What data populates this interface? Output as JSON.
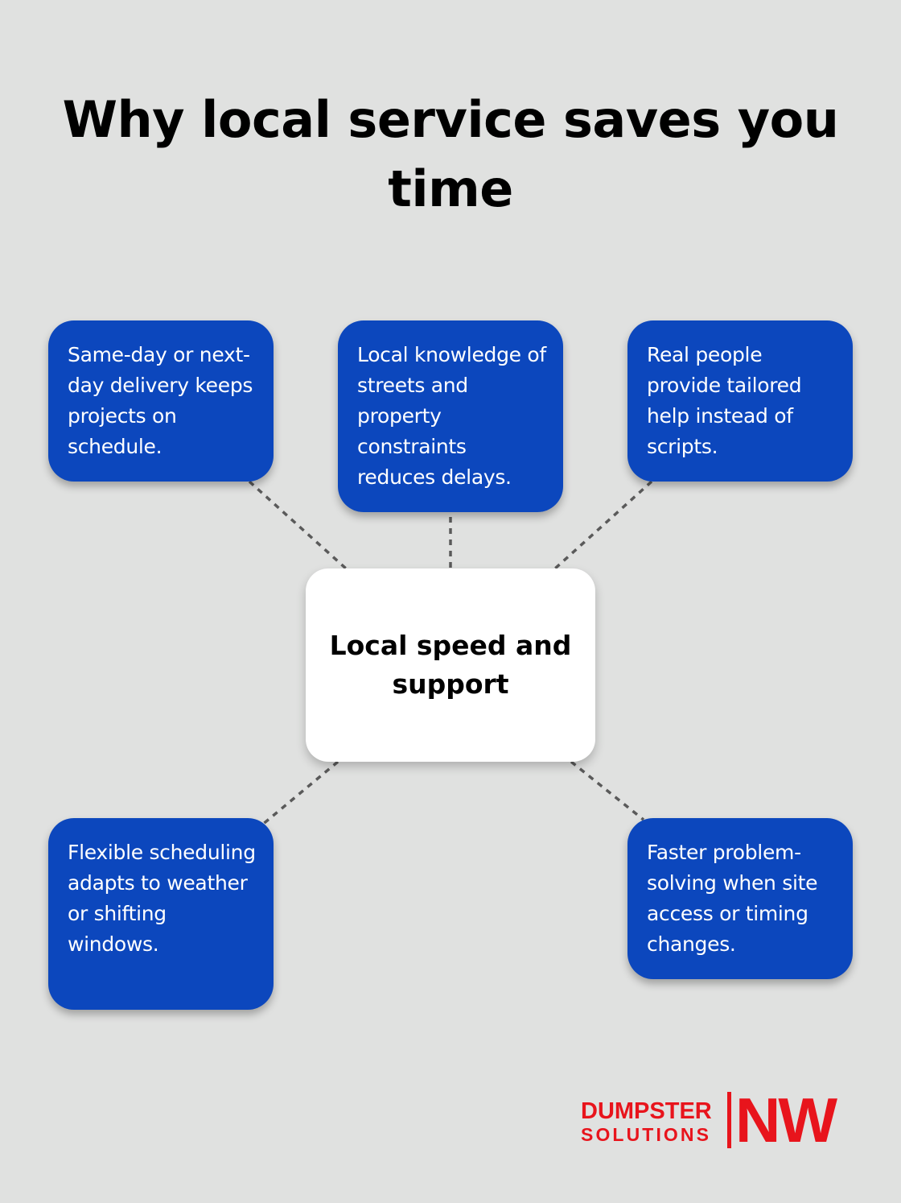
{
  "title": "Why local service saves you time",
  "center": "Local speed and support",
  "benefits": [
    "Same-day or next-day delivery keeps projects on schedule.",
    "Local knowledge of streets and property constraints reduces delays.",
    "Real people provide tailored help instead of scripts.",
    "Flexible scheduling adapts to weather or shifting windows.",
    "Faster problem-solving when site access or timing changes."
  ],
  "logo": {
    "line1": "DUMPSTER",
    "line2": "SOLUTIONS",
    "mark": "NW"
  },
  "colors": {
    "background": "#e0e1e0",
    "box": "#0c47bd",
    "center_box": "#ffffff",
    "connector": "#5a5a5a",
    "logo": "#e8141c"
  }
}
